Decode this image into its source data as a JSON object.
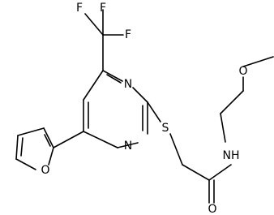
{
  "molecule": {
    "atoms": {
      "F1": "F",
      "F2": "F",
      "F3": "F",
      "N_top": "N",
      "N_bottom": "N",
      "S": "S",
      "O_furan": "O",
      "O_methoxy": "O",
      "O_carbonyl": "O",
      "NH": "NH"
    }
  }
}
